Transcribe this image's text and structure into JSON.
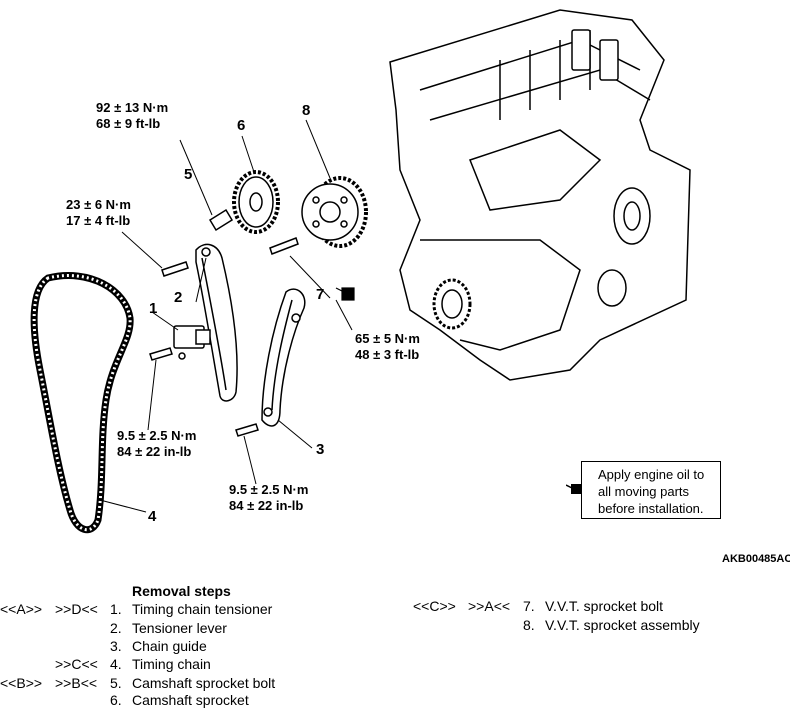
{
  "figure": {
    "code": "AKB00485AC",
    "callouts": [
      "1",
      "2",
      "3",
      "4",
      "5",
      "6",
      "7",
      "8"
    ],
    "torques": {
      "t_92": [
        "92 ± 13 N·m",
        "68 ± 9 ft-lb"
      ],
      "t_23": [
        "23 ± 6 N·m",
        "17 ± 4 ft-lb"
      ],
      "t_65": [
        "65 ± 5 N·m",
        "48 ± 3 ft-lb"
      ],
      "t_95a": [
        "9.5 ± 2.5 N·m",
        "84 ± 22 in-lb"
      ],
      "t_95b": [
        "9.5 ± 2.5 N·m",
        "84 ± 22 in-lb"
      ]
    },
    "note": "Apply engine oil to all moving parts before installation."
  },
  "removal": {
    "title": "Removal steps",
    "left": [
      {
        "a": "<<A>>",
        "b": ">>D<<",
        "n": "1.",
        "t": "Timing chain tensioner"
      },
      {
        "a": "",
        "b": "",
        "n": "2.",
        "t": "Tensioner lever"
      },
      {
        "a": "",
        "b": "",
        "n": "3.",
        "t": "Chain guide"
      },
      {
        "a": "",
        "b": ">>C<<",
        "n": "4.",
        "t": "Timing chain"
      },
      {
        "a": "<<B>>",
        "b": ">>B<<",
        "n": "5.",
        "t": "Camshaft sprocket bolt"
      },
      {
        "a": "",
        "b": "",
        "n": "6.",
        "t": "Camshaft sprocket"
      }
    ],
    "right": [
      {
        "a": "<<C>>",
        "b": ">>A<<",
        "n": "7.",
        "t": "V.V.T. sprocket bolt"
      },
      {
        "a": "",
        "b": "",
        "n": "8.",
        "t": "V.V.T. sprocket assembly"
      }
    ]
  }
}
